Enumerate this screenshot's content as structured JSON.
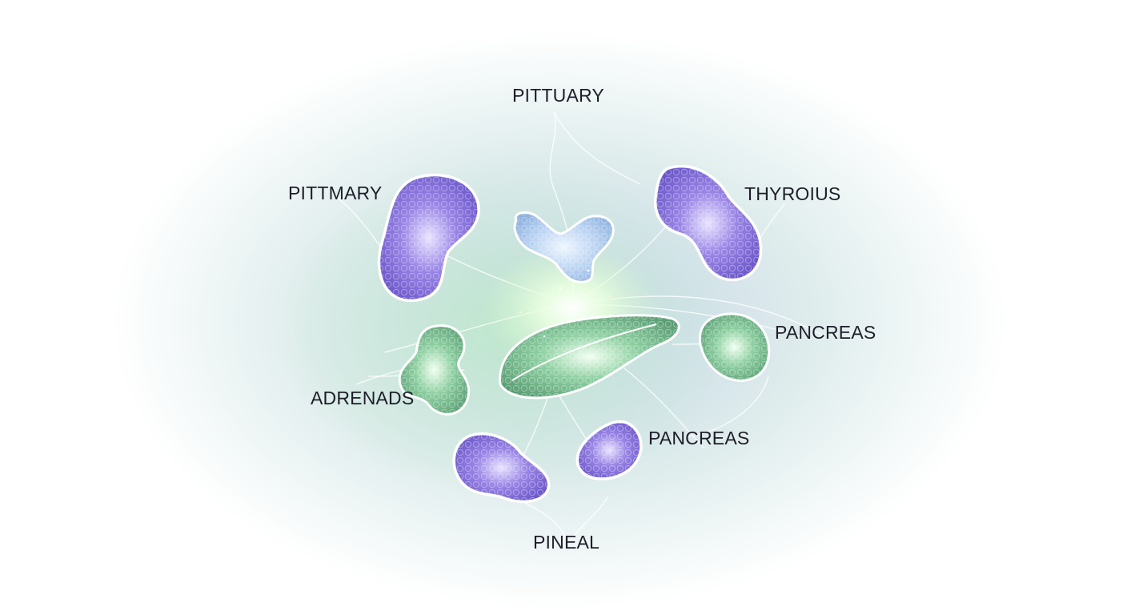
{
  "labels": {
    "top": "PITTUARY",
    "upper_left": "PITTMARY",
    "upper_right": "THYROIUS",
    "mid_right": "PANCREAS",
    "mid_left": "ADRENADS",
    "lower_right": "PANCREAS",
    "bottom": "PINEAL"
  },
  "colors": {
    "purple_gland": "#7c66d6",
    "green_gland": "#6fb98a",
    "blue_gland": "#a9c6ea",
    "glow_center": "#f4fff0",
    "label_text": "#1e1e2a"
  }
}
